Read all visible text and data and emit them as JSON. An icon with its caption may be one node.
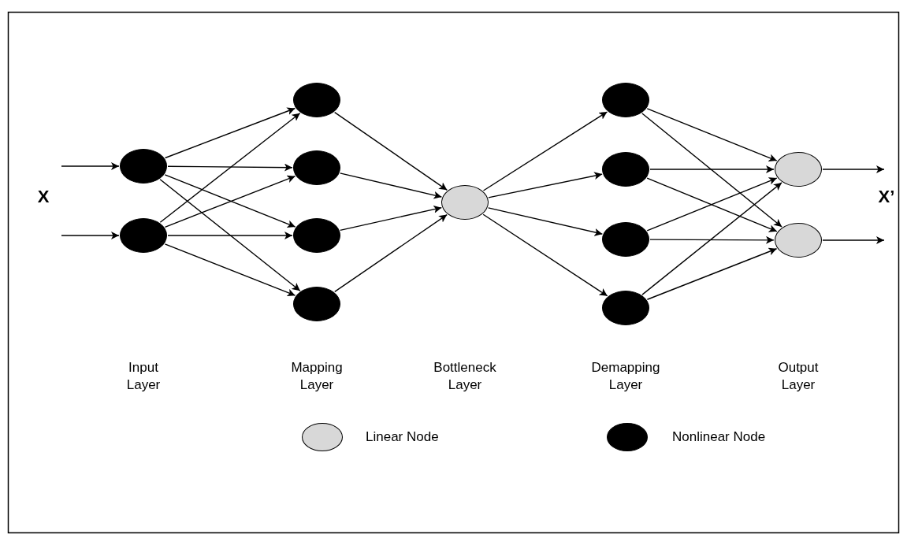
{
  "diagram": {
    "nodes": [
      {
        "text": [],
        "shape": "circle"
      },
      {
        "text": [],
        "shape": "circle"
      },
      {
        "text": [],
        "shape": "circle"
      },
      {
        "text": [],
        "shape": "circle"
      },
      {
        "text": [],
        "shape": "circle"
      },
      {
        "text": [],
        "shape": "circle"
      },
      {
        "text": [],
        "shape": "circle"
      },
      {
        "text": [],
        "shape": "circle"
      },
      {
        "text": [],
        "shape": "circle"
      },
      {
        "text": [],
        "shape": "circle"
      },
      {
        "text": [],
        "shape": "circle"
      },
      {
        "text": [],
        "shape": "circle"
      },
      {
        "text": [],
        "shape": "circle"
      }
    ],
    "edges": [
      {
        "from": null,
        "to": 0,
        "arrow": "to"
      },
      {
        "from": null,
        "to": 1,
        "arrow": "to"
      },
      {
        "from": 0,
        "to": 2,
        "arrow": "to"
      },
      {
        "from": 0,
        "to": 3,
        "arrow": "to"
      },
      {
        "from": 0,
        "to": 4,
        "arrow": "to"
      },
      {
        "from": 0,
        "to": 5,
        "arrow": "to"
      },
      {
        "from": 1,
        "to": 2,
        "arrow": "to"
      },
      {
        "from": 1,
        "to": 3,
        "arrow": "to"
      },
      {
        "from": 1,
        "to": 4,
        "arrow": "to"
      },
      {
        "from": 1,
        "to": 5,
        "arrow": "to"
      },
      {
        "from": 2,
        "to": 6,
        "arrow": "to"
      },
      {
        "from": 3,
        "to": 6,
        "arrow": "to"
      },
      {
        "from": 4,
        "to": 6,
        "arrow": "to"
      },
      {
        "from": 5,
        "to": 6,
        "arrow": "to"
      },
      {
        "from": 6,
        "to": 7,
        "arrow": "to"
      },
      {
        "from": 6,
        "to": 8,
        "arrow": "to"
      },
      {
        "from": 6,
        "to": 9,
        "arrow": "to"
      },
      {
        "from": 6,
        "to": 10,
        "arrow": "to"
      },
      {
        "from": 7,
        "to": 11,
        "arrow": "to"
      },
      {
        "from": 7,
        "to": 12,
        "arrow": "to"
      },
      {
        "from": 8,
        "to": 11,
        "arrow": "to"
      },
      {
        "from": 8,
        "to": 12,
        "arrow": "to"
      },
      {
        "from": 9,
        "to": 11,
        "arrow": "to"
      },
      {
        "from": 9,
        "to": 12,
        "arrow": "to"
      },
      {
        "from": 10,
        "to": 11,
        "arrow": "to"
      },
      {
        "from": 10,
        "to": 12,
        "arrow": "to"
      },
      {
        "from": 11,
        "to": null,
        "arrow": "to"
      },
      {
        "from": 12,
        "to": null,
        "arrow": "to"
      }
    ],
    "labels": [
      "X",
      "X’",
      "Input Layer",
      "Mapping Layer",
      "Bottleneck Layer",
      "Demapping Layer",
      "Output Layer"
    ],
    "legend": [
      {
        "text": "Linear Node"
      },
      {
        "text": "Nonlinear Node"
      }
    ]
  }
}
